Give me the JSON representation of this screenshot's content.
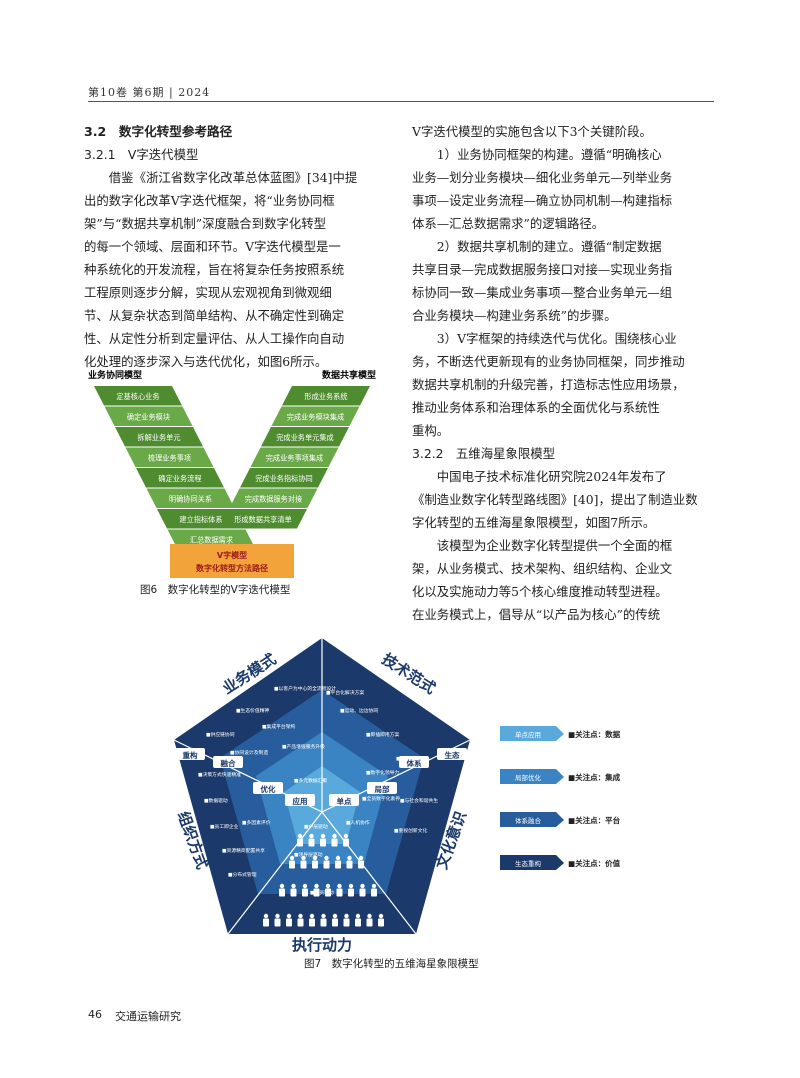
{
  "header": {
    "running_head": "第10卷 第6期 | 2024"
  },
  "left_column": {
    "section_title": "3.2　数字化转型参考路径",
    "subsection_title": "3.2.1　V字迭代模型",
    "para_lines": [
      "借鉴《浙江省数字化改革总体蓝图》[34]中提",
      "出的数字化改革V字迭代框架，将“业务协同框",
      "架”与“数据共享机制”深度融合到数字化转型",
      "的每一个领域、层面和环节。V字迭代模型是一",
      "种系统化的开发流程，旨在将复杂任务按照系统",
      "工程原则逐步分解，实现从宏观视角到微观细",
      "节、从复杂状态到简单结构、从不确定性到确定",
      "性、从定性分析到定量评估、从人工操作向自动",
      "化处理的逐步深入与迭代优化，如图6所示。"
    ]
  },
  "figure6": {
    "left_title": "业务协同模型",
    "right_title": "数据共享模型",
    "left_items": [
      "定基核心业务",
      "确定业务模块",
      "拆解业务单元",
      "梳理业务事项",
      "确定业务流程",
      "明确协同关系",
      "建立指标体系",
      "汇总数据需求"
    ],
    "right_items": [
      "形成业务系统",
      "完成业务模块集成",
      "完成业务单元集成",
      "完成业务事项集成",
      "完成业务指标协同",
      "完成数据服务对接",
      "形成数据共享清单"
    ],
    "base_line1": "V字模型",
    "base_line2": "数字化转型方法路径",
    "caption": "图6　数字化转型的V字迭代模型"
  },
  "right_column": {
    "para_lines": [
      "V字迭代模型的实施包含以下3个关键阶段。",
      "1）业务协同框架的构建。遵循“明确核心",
      "业务—划分业务模块—细化业务单元—列举业务",
      "事项—设定业务流程—确立协同机制—构建指标",
      "体系—汇总数据需求”的逻辑路径。",
      "2）数据共享机制的建立。遵循“制定数据",
      "共享目录—完成数据服务接口对接—实现业务指",
      "标协同一致—集成业务事项—整合业务单元—组",
      "合业务模块—构建业务系统”的步骤。",
      "3）V字框架的持续迭代与优化。围绕核心业",
      "务，不断迭代更新现有的业务协同框架，同步推动",
      "数据共享机制的升级完善，打造标志性应用场景，",
      "推动业务体系和治理体系的全面优化与系统性",
      "重构。",
      "3.2.2　五维海星象限模型",
      "中国电子技术标准化研究院2024年发布了",
      "《制造业数字化转型路线图》[40]，提出了制造业数",
      "字化转型的五维海星象限模型，如图7所示。",
      "该模型为企业数字化转型提供一个全面的框",
      "架，从业务模式、技术架构、组织结构、企业文",
      "化以及实施动力等5个核心维度推动转型进程。",
      "在业务模式上，倡导从“以产品为核心”的传统"
    ]
  },
  "figure7": {
    "dimensions": [
      "业务模式",
      "技术范式",
      "文化意识",
      "执行动力",
      "组织方式"
    ],
    "ring_labels": [
      "重构",
      "融合",
      "优化",
      "应用",
      "单点",
      "局部",
      "体系",
      "生态"
    ],
    "small_items": [
      "以客户为中心的全流程设计",
      "生态价值精神",
      "集成平台架构",
      "平台化解决方案",
      "运动、边边协同",
      "供应链协同",
      "协同设计及制造",
      "产品增强服务升级",
      "即插即用方案",
      "数字孪生体",
      "决策方式快速精准",
      "数据驱动",
      "多元数据汇聚",
      "全员数字化素养",
      "与社会和谐共生",
      "员工即企业",
      "多因素评价",
      "资源精简配置共享",
      "分布式管理",
      "中层驱动",
      "领导层驱动",
      "全员驱动",
      "人机协作",
      "数字化领导力",
      "重视创新文化"
    ],
    "legend": [
      {
        "box": "单点应用",
        "text": "■关注点：数据",
        "color": "#5aa9dd"
      },
      {
        "box": "局部优化",
        "text": "■关注点：集成",
        "color": "#3a84c4"
      },
      {
        "box": "体系融合",
        "text": "■关注点：平台",
        "color": "#275d9c"
      },
      {
        "box": "生态重构",
        "text": "■关注点：价值",
        "color": "#1b3a6b"
      }
    ],
    "caption": "图7　数字化转型的五维海星象限模型"
  },
  "footer": {
    "page_number": "46",
    "journal": "交通运输研究"
  },
  "colors": {
    "green": "#5b9a3a",
    "orange": "#f2a33a",
    "navy": "#1b3a6b",
    "blue": "#2e6db4"
  }
}
